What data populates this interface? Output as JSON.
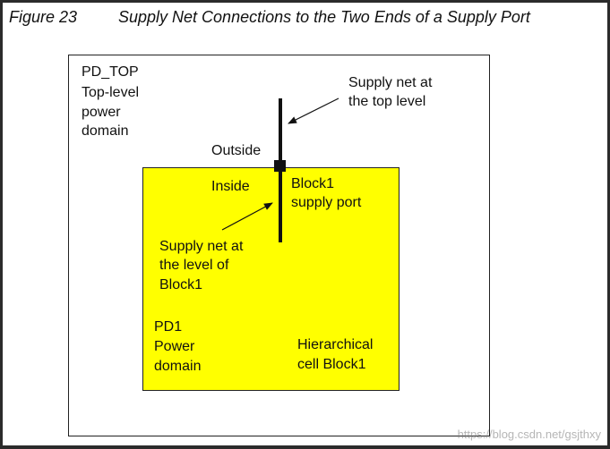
{
  "figure": {
    "label": "Figure 23",
    "title": "Supply Net Connections to the Two Ends of a Supply Port"
  },
  "outer_domain": {
    "name": "PD_TOP",
    "desc_line1": "Top-level",
    "desc_line2": "power",
    "desc_line3": "domain"
  },
  "inner_domain": {
    "name": "PD1",
    "desc_line1": "Power",
    "desc_line2": "domain"
  },
  "labels": {
    "outside": "Outside",
    "inside": "Inside",
    "top_net_line1": "Supply net at",
    "top_net_line2": "the top level",
    "port_line1": "Block1",
    "port_line2": "supply port",
    "block_net_line1": "Supply net at",
    "block_net_line2": "the level of",
    "block_net_line3": "Block1",
    "cell_line1": "Hierarchical",
    "cell_line2": "cell Block1"
  },
  "watermark": "https://blog.csdn.net/gsjthxy",
  "colors": {
    "block_fill": "#ffff00",
    "line": "#111111"
  }
}
